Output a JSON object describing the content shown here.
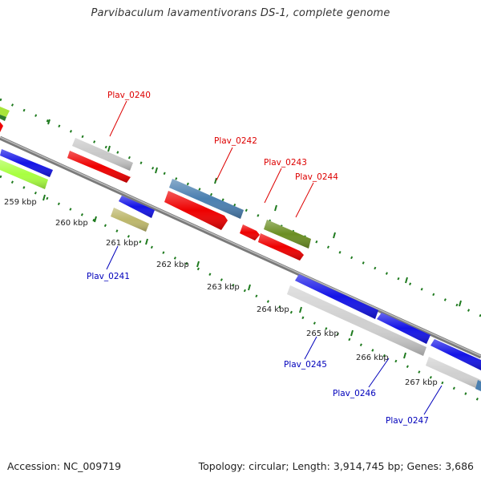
{
  "title": "Parvibaculum lavamentivorans DS-1, complete genome",
  "footer": {
    "accession": "Accession: NC_009719",
    "topology": "Topology: circular; Length: 3,914,745 bp; Genes: 3,686"
  },
  "colors": {
    "backbone": "#8c8c8c",
    "tick": "#1e7a1e",
    "label_red": "#dd0000",
    "label_blue": "#0000bb",
    "kbp_text": "#222222"
  },
  "kbp_labels": [
    "259 kbp",
    "260 kbp",
    "261 kbp",
    "262 kbp",
    "263 kbp",
    "264 kbp",
    "265 kbp",
    "266 kbp",
    "267 kbp"
  ],
  "gene_labels": {
    "plav_0240": "Plav_0240",
    "plav_0241": "Plav_0241",
    "plav_0242": "Plav_0242",
    "plav_0243": "Plav_0243",
    "plav_0244": "Plav_0244",
    "plav_0245": "Plav_0245",
    "plav_0246": "Plav_0246",
    "plav_0247": "Plav_0247"
  }
}
